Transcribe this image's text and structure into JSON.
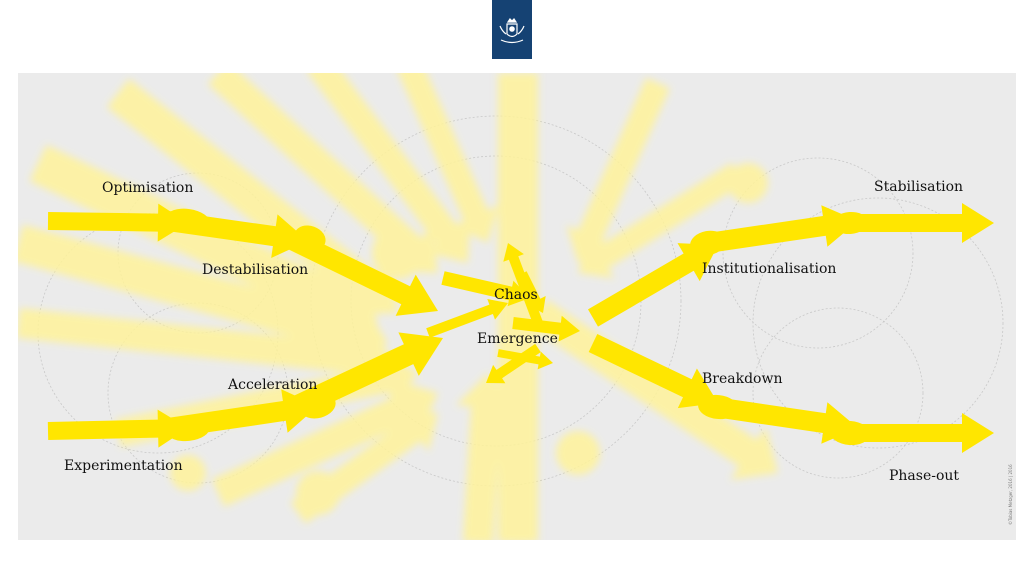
{
  "header": {
    "logo_name": "rijksoverheid-logo"
  },
  "colors": {
    "background": "#ebebeb",
    "arrow": "#ffe600",
    "ghost": "#fff39a",
    "logo": "#154273",
    "text": "#111111"
  },
  "diagram": {
    "labels": {
      "optimisation": "Optimisation",
      "destabilisation": "Destabilisation",
      "acceleration": "Acceleration",
      "experimentation": "Experimentation",
      "chaos": "Chaos",
      "emergence": "Emergence",
      "institutionalisation": "Institutionalisation",
      "breakdown": "Breakdown",
      "stabilisation": "Stabilisation",
      "phase_out": "Phase-out"
    },
    "credit": "©Tobias Metzger, 2016 | 2016"
  }
}
